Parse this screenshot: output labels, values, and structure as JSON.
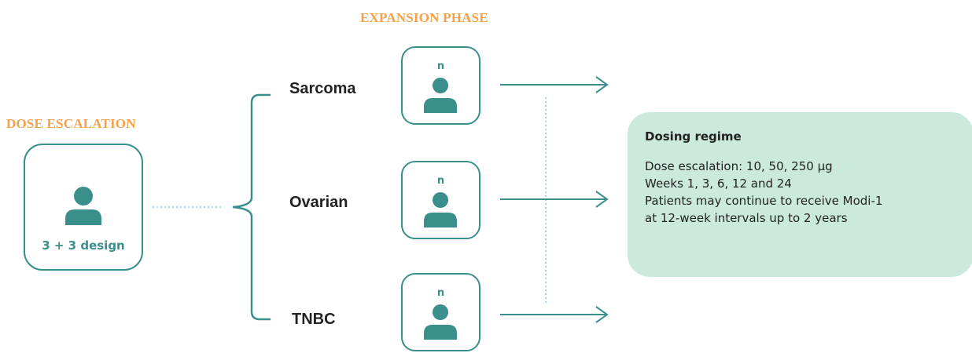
{
  "expansion_phase": {
    "title": "EXPANSION PHASE"
  },
  "dose_escalation": {
    "title": "DOSE ESCALATION",
    "design_label": "3 + 3 design"
  },
  "cohorts": [
    {
      "label": "Sarcoma",
      "n_label": "n"
    },
    {
      "label": "Ovarian",
      "n_label": "n"
    },
    {
      "label": "TNBC",
      "n_label": "n"
    }
  ],
  "dosing_regime": {
    "title": "Dosing regime",
    "lines": [
      "Dose escalation: 10, 50, 250 µg",
      "Weeks 1, 3, 6, 12 and 24",
      "Patients may continue to receive Modi-1",
      "at 12-week intervals up to 2 years"
    ]
  },
  "colors": {
    "teal": "#3a8f8c",
    "orange": "#f5a04a",
    "panel": "#cbeadd",
    "dotted": "#a6d4ea"
  },
  "icons": {
    "person": "person-icon",
    "arrow": "arrow-right-icon",
    "bracket": "curly-brace-icon"
  }
}
